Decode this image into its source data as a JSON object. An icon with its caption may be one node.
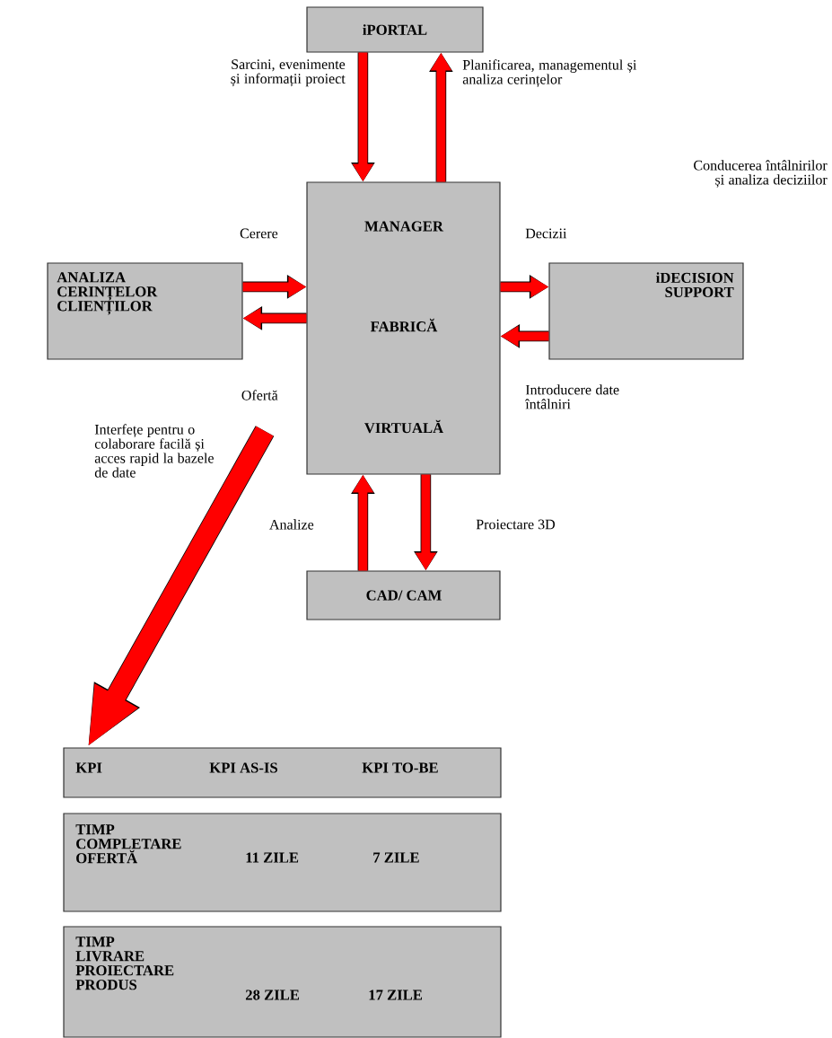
{
  "diagram": {
    "nodes": [
      {
        "text": [
          "iPORTAL"
        ]
      },
      {
        "text": [
          "MANAGER",
          "FABRICĂ",
          "VIRTUALĂ"
        ]
      },
      {
        "text": [
          "ANALIZA CERINȚELOR CLIENȚILOR"
        ]
      },
      {
        "text": [
          "iDECISION SUPPORT"
        ]
      },
      {
        "text": [
          "CAD/ CAM"
        ]
      },
      {
        "text": [
          "KPI",
          "KPI AS-IS",
          "KPI TO-BE"
        ]
      },
      {
        "text": [
          "TIMP COMPLETARE OFERTĂ",
          "11 ZILE",
          "7 ZILE"
        ]
      },
      {
        "text": [
          "TIMP LIVRARE PROIECTARE PRODUS",
          "28 ZILE",
          "17 ZILE"
        ]
      }
    ],
    "edges": [
      {
        "from": 0,
        "to": 1,
        "arrow": "to",
        "label": "Sarcini, evenimente și informații proiect"
      },
      {
        "from": 1,
        "to": 0,
        "arrow": "to",
        "label": "Planificarea, managementul și analiza cerințelor"
      },
      {
        "from": 2,
        "to": 1,
        "arrow": "to",
        "label": "Cerere"
      },
      {
        "from": 1,
        "to": 2,
        "arrow": "to",
        "label": "Ofertă"
      },
      {
        "from": 1,
        "to": 3,
        "arrow": "to",
        "label": "Decizii"
      },
      {
        "from": 3,
        "to": 1,
        "arrow": "to",
        "label": "Introducere date întâlniri"
      },
      {
        "from": 4,
        "to": 1,
        "arrow": "to",
        "label": "Analize"
      },
      {
        "from": 1,
        "to": 4,
        "arrow": "to",
        "label": "Proiectare 3D"
      },
      {
        "from": null,
        "to": 5,
        "arrow": "to",
        "style": "thick",
        "label": "Interfețe pentru o colaborare facilă și acces rapid la bazele de date"
      }
    ],
    "labels": [
      "Conducerea întâlnirilor și analiza deciziilor"
    ]
  }
}
